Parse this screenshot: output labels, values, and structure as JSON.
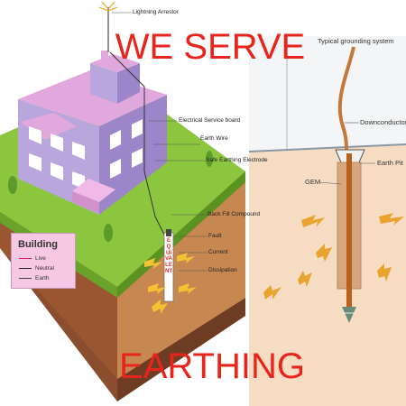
{
  "headline": {
    "top": "WE SERVE",
    "bottom": "EARTHING"
  },
  "left_diagram": {
    "labels": {
      "lightning_arrester": "Lightning Arrestor",
      "electrical_board": "Electrical Service board",
      "earth_wire": "Earth Wire",
      "safe_earthing": "Safe Earthing Electrode",
      "backfill": "Back Fill Compound",
      "fault": "Fault",
      "current": "Current",
      "dissipation": "Dissipation"
    },
    "electrode_text": "EQUIVALENT",
    "legend": {
      "title": "Building",
      "items": [
        {
          "label": "Live",
          "color": "#e0206a"
        },
        {
          "label": "Neutral",
          "color": "#222222"
        },
        {
          "label": "Earth",
          "color": "#444444"
        }
      ]
    }
  },
  "right_diagram": {
    "labels": {
      "title": "Typical grounding system",
      "downconductor": "Downconductor",
      "earth_pit": "Earth Pit",
      "gem": "GEM"
    }
  },
  "colors": {
    "headline": "#e8251c",
    "soil": "#f7dcc4",
    "grass": "#8cc63f",
    "walls": "#b9a6dc",
    "roof": "#e0a8dc"
  }
}
